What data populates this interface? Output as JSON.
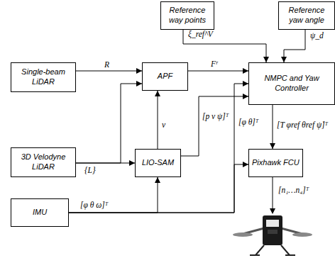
{
  "diagram": {
    "nodes": [
      {
        "text": [
          "Reference way points"
        ]
      },
      {
        "text": [
          "Reference yaw angle"
        ]
      },
      {
        "text": [
          "Single-beam LiDAR"
        ]
      },
      {
        "text": [
          "APF"
        ]
      },
      {
        "text": [
          "NMPC and Yaw Controller"
        ]
      },
      {
        "text": [
          "3D Velodyne LiDAR"
        ]
      },
      {
        "text": [
          "LIO-SAM"
        ]
      },
      {
        "text": [
          "Pixhawk FCU"
        ]
      },
      {
        "text": [
          "IMU"
        ]
      }
    ],
    "edges": [
      {
        "from": 2,
        "to": 3,
        "arrow": "to",
        "label": "R"
      },
      {
        "from": 3,
        "to": 4,
        "arrow": "to",
        "label": "Fʳ"
      },
      {
        "from": 0,
        "to": 4,
        "arrow": "to",
        "label": "ξ_ref^V"
      },
      {
        "from": 1,
        "to": 4,
        "arrow": "to",
        "label": "ψ_d"
      },
      {
        "from": 5,
        "to": 6,
        "arrow": "to",
        "label": "{L}"
      },
      {
        "from": 5,
        "to": 3,
        "arrow": "to"
      },
      {
        "from": 6,
        "to": 3,
        "arrow": "to",
        "label": "v"
      },
      {
        "from": 6,
        "to": 4,
        "arrow": "to",
        "label": "[p v ψ]ᵀ"
      },
      {
        "from": 8,
        "to": 6,
        "arrow": "to",
        "label": "[φ θ ω]ᵀ"
      },
      {
        "from": 8,
        "to": 4,
        "arrow": "to",
        "label": "[φ θ]ᵀ"
      },
      {
        "from": 8,
        "to": 7,
        "arrow": "to"
      },
      {
        "from": 4,
        "to": 7,
        "arrow": "to",
        "label": "[T φref θref ψ̇]ᵀ"
      }
    ],
    "labels": [
      "[n₁…n₄]ᵀ"
    ]
  }
}
